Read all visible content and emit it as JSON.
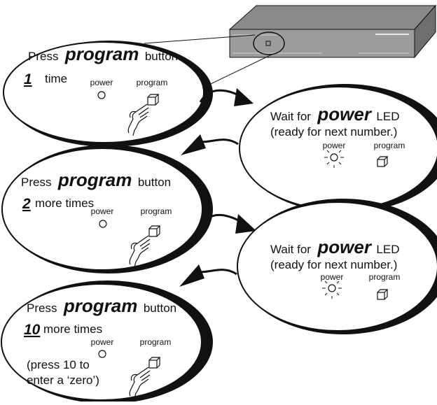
{
  "steps": [
    {
      "press_prefix": "Press",
      "press_keyword": "program",
      "press_suffix": "button",
      "count": "1",
      "count_suffix": "time",
      "power_label": "power",
      "program_label": "program"
    },
    {
      "press_prefix": "Press",
      "press_keyword": "program",
      "press_suffix": "button",
      "count": "2",
      "count_suffix": "more times",
      "power_label": "power",
      "program_label": "program"
    },
    {
      "press_prefix": "Press",
      "press_keyword": "program",
      "press_suffix": "button",
      "count": "10",
      "count_suffix": "more times",
      "note_line1": "(press 10 to",
      "note_line2": "enter a ‘zero’)",
      "power_label": "power",
      "program_label": "program"
    }
  ],
  "waits": [
    {
      "wait_prefix": "Wait for",
      "wait_keyword": "power",
      "wait_suffix": "LED",
      "wait_line2": "(ready for next number.)",
      "power_label": "power",
      "program_label": "program"
    },
    {
      "wait_prefix": "Wait for",
      "wait_keyword": "power",
      "wait_suffix": "LED",
      "wait_line2": "(ready for next number.)",
      "power_label": "power",
      "program_label": "program"
    }
  ],
  "icons": {
    "device": "device-box-icon",
    "led": "led-icon",
    "led_lit": "led-lit-icon",
    "button": "button-icon",
    "hand": "pointing-hand-icon",
    "arrow": "curved-arrow-icon"
  },
  "colors": {
    "ink": "#111111",
    "paper": "#ffffff",
    "device_top": "#8a8a8a",
    "device_front": "#9c9c9c",
    "device_side": "#6e6e6e"
  }
}
